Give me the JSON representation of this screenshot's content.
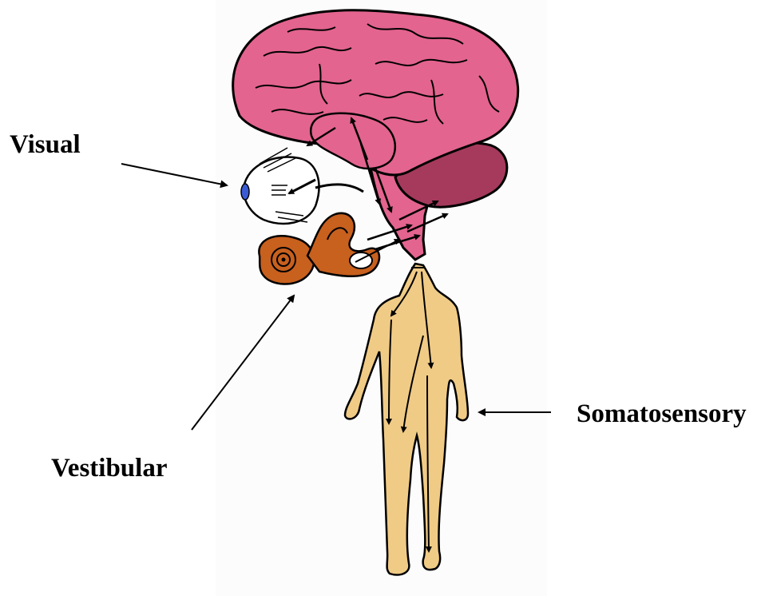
{
  "labels": {
    "visual": "Visual",
    "vestibular": "Vestibular",
    "somatosensory": "Somatosensory"
  },
  "colors": {
    "brain": "#e3648e",
    "cerebellum": "#a53a5c",
    "body": "#f0cb86",
    "inner_ear": "#c8601e",
    "eye_iris": "#3b5bd6",
    "outline": "#000000"
  }
}
